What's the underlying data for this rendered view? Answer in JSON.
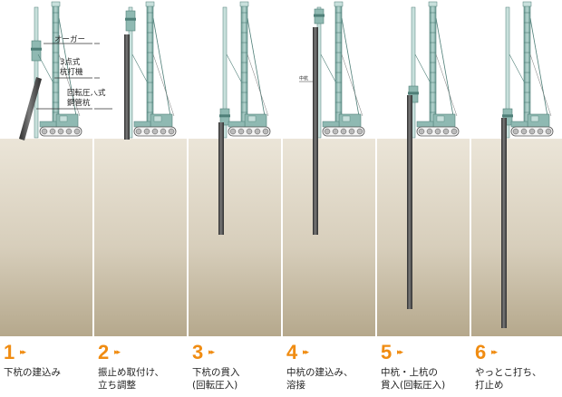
{
  "colors": {
    "ground": "#d7cebb",
    "ground_bottom": "#b5a88c",
    "ground_top": "#ebe5d8",
    "rig": "#8fb9b2",
    "rig_dark": "#4f7f78",
    "rig_light": "#c8e0dc",
    "pile": "#5a5a5a",
    "pile_dark": "#333333",
    "accent": "#f08c12",
    "divider": "#ffffff"
  },
  "labels": {
    "auger": "オーガー",
    "driver_1": "3点式",
    "driver_2": "杭打機",
    "pile_1": "回転圧入式",
    "pile_2": "鋼管杭",
    "middle_pile": "中杭"
  },
  "steps": [
    {
      "number": "1",
      "lines": [
        "下杭の建込み"
      ]
    },
    {
      "number": "2",
      "lines": [
        "振止め取付け、",
        "立ち調整"
      ]
    },
    {
      "number": "3",
      "lines": [
        "下杭の貫入",
        "(回転圧入)"
      ]
    },
    {
      "number": "4",
      "lines": [
        "中杭の建込み、",
        "溶接"
      ]
    },
    {
      "number": "5",
      "lines": [
        "中杭・上杭の",
        "貫入(回転圧入)"
      ]
    },
    {
      "number": "6",
      "lines": [
        "やっとこ打ち、",
        "打止め"
      ]
    }
  ],
  "arrow_glyph": "▸▸"
}
